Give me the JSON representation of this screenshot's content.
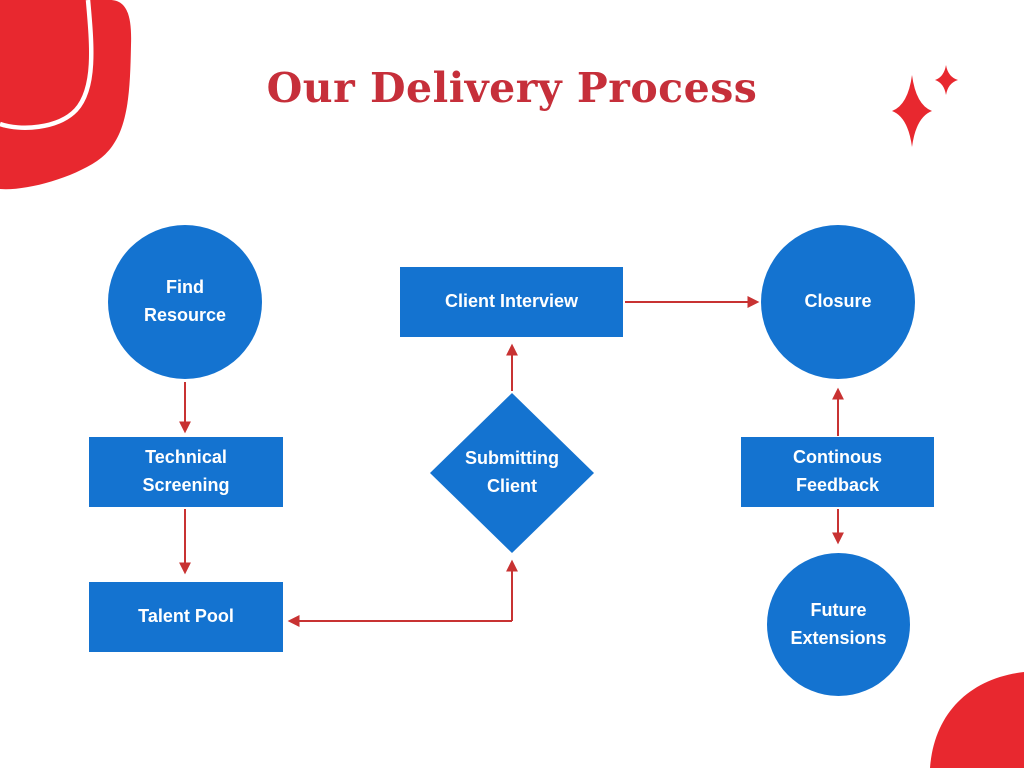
{
  "title": "Our Delivery Process",
  "colors": {
    "background": "#ffffff",
    "node_fill": "#1473d0",
    "node_text": "#ffffff",
    "accent_red": "#e8282f",
    "title_red": "#c62f3a",
    "arrow_red": "#c83232"
  },
  "nodes": {
    "find_resource": {
      "label": "Find Resource",
      "shape": "circle"
    },
    "technical_screening": {
      "label": "Technical Screening",
      "shape": "rectangle"
    },
    "talent_pool": {
      "label": "Talent Pool",
      "shape": "rectangle"
    },
    "submitting_client": {
      "label": "Submitting Client",
      "shape": "diamond"
    },
    "client_interview": {
      "label": "Client Interview",
      "shape": "rectangle"
    },
    "closure": {
      "label": "Closure",
      "shape": "circle"
    },
    "continous_feedback": {
      "label": "Continous Feedback",
      "shape": "rectangle"
    },
    "future_extensions": {
      "label": "Future Extensions",
      "shape": "circle"
    }
  },
  "edges": [
    {
      "from": "find_resource",
      "to": "technical_screening",
      "direction": "down"
    },
    {
      "from": "technical_screening",
      "to": "talent_pool",
      "direction": "down"
    },
    {
      "from": "talent_pool",
      "to": "submitting_client",
      "direction": "right-then-up"
    },
    {
      "from": "submitting_client",
      "to": "client_interview",
      "direction": "up"
    },
    {
      "from": "client_interview",
      "to": "closure",
      "direction": "right"
    },
    {
      "from": "continous_feedback",
      "to": "closure",
      "direction": "up"
    },
    {
      "from": "continous_feedback",
      "to": "future_extensions",
      "direction": "down"
    }
  ],
  "decorations": {
    "top_left_blob": "red organic blob with white curved line",
    "bottom_right_blob": "red rounded corner blob",
    "sparkles": "two red four-point sparkle stars"
  }
}
